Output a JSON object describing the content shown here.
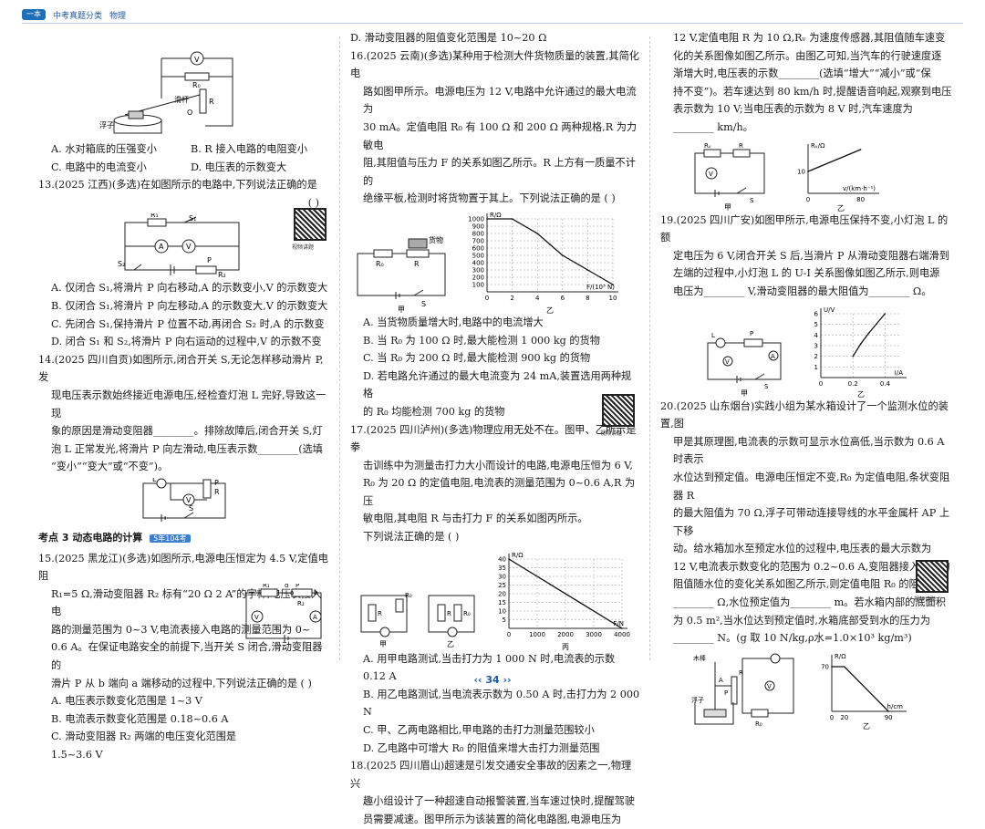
{
  "header": {
    "logo": "一本",
    "series": "中考真题分类",
    "subject": "物理"
  },
  "page_number": "34",
  "col1": {
    "q12_opts": [
      "A. 水对箱底的压强变小",
      "B. R 接入电路的电阻变小",
      "C. 电路中的电流变小",
      "D. 电压表的示数变大"
    ],
    "q12_fig_labels": {
      "float": "浮子",
      "lever": "滑杆",
      "o": "O",
      "r": "R",
      "r0": "R₀",
      "v": "V"
    },
    "q13_stem": "13.(2025 江西)(多选)在如图所示的电路中,下列说法正确的是",
    "q13_bracket": "(    )",
    "q13_qr": "视频讲题",
    "q13_fig_labels": {
      "s1": "S₁",
      "s2": "S₂",
      "r1": "R₁",
      "r2": "R₂",
      "p": "P",
      "a": "A",
      "v": "V"
    },
    "q13_opts": [
      "A. 仅闭合 S₁,将滑片 P 向右移动,A 的示数变小,V 的示数变大",
      "B. 仅闭合 S₁,将滑片 P 向左移动,A 的示数变大,V 的示数变大",
      "C. 先闭合 S₁,保持滑片 P 位置不动,再闭合 S₂ 时,A 的示数变",
      "D. 闭合 S₁ 和 S₂,将滑片 P 向右运动的过程中,V 的示数不变"
    ],
    "q14_lines": [
      "14.(2025 四川自贡)如图所示,闭合开关 S,无论怎样移动滑片 P,发",
      "现电压表示数始终接近电源电压,经检查灯泡 L 完好,导致这一现",
      "象的原因是滑动变阻器________。排除故障后,闭合开关 S,灯",
      "泡 L 正常发光,将滑片 P 向左滑动,电压表示数________(选填",
      "“变小”“变大”或“不变”)。"
    ],
    "q14_fig_labels": {
      "l": "L",
      "p": "P",
      "r": "R",
      "v": "V",
      "s": "S"
    },
    "section_title": "考点 3  动态电路的计算",
    "section_badge": "5年104考",
    "q15_lines": [
      "15.(2025 黑龙江)(多选)如图所示,电源电压恒定为 4.5 V,定值电阻",
      "R₁=5 Ω,滑动变阻器 R₂ 标有“20 Ω  2 A”的字样,电压表接入电",
      "路的测量范围为 0~3 V,电流表接入电路的测量范围为 0~",
      "0.6 A。在保证电路安全的前提下,当开关 S 闭合,滑动变阻器的",
      "滑片 P 从 b 端向 a 端移动的过程中,下列说法正确的是  (    )"
    ],
    "q15_opts": [
      "A. 电压表示数变化范围是 1~3 V",
      "B. 电流表示数变化范围是 0.18~0.6 A",
      "C. 滑动变阻器 R₂ 两端的电压变化范围是",
      "   1.5~3.6 V"
    ],
    "q15_fig_labels": {
      "r1": "R₁",
      "r2": "R₂",
      "p": "P",
      "a": "a",
      "b": "b",
      "v": "V",
      "am": "A",
      "d": "d"
    }
  },
  "col2": {
    "q15d": "D. 滑动变阻器的阻值变化范围是 10~20 Ω",
    "q16_lines": [
      "16.(2025 云南)(多选)某种用于检测大件货物质量的装置,其简化电",
      "路如图甲所示。电源电压为 12 V,电路中允许通过的最大电流为",
      "30 mA。定值电阻 R₀ 有 100 Ω 和 200 Ω 两种规格,R 为力敏电",
      "阻,其阻值与压力 F 的关系如图乙所示。R 上方有一质量不计的",
      "绝缘平板,检测时将货物置于其上。下列说法正确的是  (    )"
    ],
    "q16_fig_labels": {
      "goods": "货物",
      "r0": "R₀",
      "r": "R",
      "s": "S",
      "jia": "甲",
      "yi": "乙"
    },
    "q16_opts": [
      "A. 当货物质量增大时,电路中的电流增大",
      "B. 当 R₀ 为 100 Ω 时,最大能检测 1 000 kg 的货物",
      "C. 当 R₀ 为 200 Ω 时,最大能检测 900 kg 的货物",
      "D. 若电路允许通过的最大电流变为 24 mA,装置选用两种规格",
      "   的 R₀ 均能检测 700 kg 的货物"
    ],
    "q17_lines": [
      "17.(2025 四川泸州)(多选)物理应用无处不在。图甲、乙所示是拳",
      "击训练中为测量击打力大小而设计的电路,电源电压恒为 6 V,",
      "R₀ 为 20 Ω 的定值电阻,电流表的测量范围为 0~0.6 A,R 为压",
      "敏电阻,其电阻 R 与击打力 F 的关系如图丙所示。",
      "下列说法正确的是  (    )"
    ],
    "q17_qr": "视频讲题",
    "q17_fig_labels": {
      "jia": "甲",
      "yi": "乙",
      "bing": "丙",
      "r": "R",
      "r0": "R₀"
    },
    "q17_opts": [
      "A. 用甲电路测试,当击打力为 1 000 N 时,电流表的示数 0.12 A",
      "B. 用乙电路测试,当电流表示数为 0.50 A 时,击打力为 2 000 N",
      "C. 甲、乙两电路相比,甲电路的击打力测量范围较小",
      "D. 乙电路中可增大 R₀ 的阻值来增大击打力测量范围"
    ],
    "q18_lines": [
      "18.(2025 四川眉山)超速是引发交通安全事故的因素之一,物理兴",
      "趣小组设计了一种超速自动报警装置,当车速过快时,提醒驾驶",
      "员需要减速。图甲所示为该装置的简化电路图,电源电压为"
    ]
  },
  "col3": {
    "q18_cont": [
      "12 V,定值电阻 R 为 10 Ω,Rᵥ 为速度传感器,其阻值随车速变",
      "化的关系图像如图乙所示。由图乙可知,当汽车的行驶速度逐",
      "渐增大时,电压表的示数________(选填“增大”“减小”或“保",
      "持不变”)。若车速达到 80 km/h 时,提醒语音响起,观察到电压",
      "表示数为 10 V;当电压表的示数为 8 V 时,汽车速度为",
      "________ km/h。"
    ],
    "q18_fig_labels": {
      "rv": "Rᵥ",
      "r": "R",
      "v": "V",
      "s": "S",
      "jia": "甲",
      "yi": "乙"
    },
    "q19_lines": [
      "19.(2025 四川广安)如图甲所示,电源电压保持不变,小灯泡 L 的额",
      "定电压为 6 V,闭合开关 S 后,当滑片 P 从滑动变阻器右端滑到",
      "左端的过程中,小灯泡 L 的 U-I 关系图像如图乙所示,则电源",
      "电压为________ V,滑动变阻器的最大阻值为________ Ω。"
    ],
    "q19_fig_labels": {
      "l": "L",
      "p": "P",
      "v": "V",
      "a": "A",
      "s": "S",
      "jia": "甲",
      "yi": "乙"
    },
    "q20_lines": [
      "20.(2025 山东烟台)实践小组为某水箱设计了一个监测水位的装置,图",
      "甲是其原理图,电流表的示数可显示水位高低,当示数为 0.6 A 时表示",
      "水位达到预定值。电源电压恒定不变,R₀ 为定值电阻,条状变阻器 R",
      "的最大阻值为 70 Ω,浮子可带动连接导线的水平金属杆 AP 上下移",
      "动。给水箱加水至预定水位的过程中,电压表的最大示数为",
      "12 V,电流表示数变化的范围为 0.2~0.6 A,变阻器接入电路的",
      "阻值随水位的变化关系如图乙所示,则定值电阻 R₀ 的阻值为",
      "________ Ω,水位预定值为________ m。若水箱内部的底面积",
      "为 0.5 m²,当水位达到预定值时,水箱底部受到水的压力为",
      "________ N。(g 取 10 N/kg,ρ水=1.0×10³ kg/m³)"
    ],
    "q20_qr": "视频讲题",
    "q20_fig_labels": {
      "wood": "木棒",
      "float": "浮子",
      "a": "A",
      "p": "P",
      "r": "R",
      "r0": "R₀",
      "v": "V",
      "jia": "甲",
      "yi": "乙"
    }
  },
  "chart_data": [
    {
      "type": "line",
      "label": "16 乙",
      "ylabel": "R/Ω",
      "xlabel": "F/(10³ N)",
      "x_ticks": [
        0,
        2,
        4,
        6,
        8,
        10
      ],
      "y_ticks": [
        100,
        200,
        300,
        400,
        500,
        600,
        700,
        800,
        900,
        1000
      ],
      "xlim": [
        0,
        10
      ],
      "ylim": [
        0,
        1000
      ],
      "grid": true,
      "series": [
        {
          "x": [
            0,
            2,
            4,
            5,
            6,
            7,
            8,
            9,
            10
          ],
          "y": [
            1000,
            1000,
            800,
            650,
            500,
            400,
            300,
            200,
            100
          ]
        }
      ]
    },
    {
      "type": "line",
      "label": "17 丙",
      "ylabel": "R/Ω",
      "xlabel": "F/N",
      "x_ticks": [
        0,
        1000,
        2000,
        3000,
        4000
      ],
      "y_ticks": [
        5,
        10,
        15,
        20,
        25,
        30,
        35,
        40
      ],
      "xlim": [
        0,
        4000
      ],
      "ylim": [
        0,
        40
      ],
      "grid": true,
      "series": [
        {
          "x": [
            0,
            4000
          ],
          "y": [
            40,
            0
          ]
        }
      ]
    },
    {
      "type": "line",
      "label": "18 乙",
      "ylabel": "Rᵥ/Ω",
      "xlabel": "v/(km·h⁻¹)",
      "x_ticks": [
        0,
        80
      ],
      "y_ticks": [
        10
      ],
      "xlim": [
        0,
        100
      ],
      "ylim": [
        0,
        20
      ],
      "grid": false,
      "series": [
        {
          "x": [
            0,
            80
          ],
          "y": [
            10,
            20
          ]
        }
      ]
    },
    {
      "type": "line",
      "label": "19 乙",
      "ylabel": "U/V",
      "xlabel": "I/A",
      "x_ticks": [
        0,
        0.2,
        0.4
      ],
      "y_ticks": [
        1,
        2,
        3,
        4,
        5,
        6
      ],
      "xlim": [
        0,
        0.5
      ],
      "ylim": [
        0,
        6
      ],
      "grid": true,
      "series": [
        {
          "x": [
            0.2,
            0.25,
            0.3,
            0.35,
            0.4
          ],
          "y": [
            2,
            3.2,
            4.2,
            5.1,
            6
          ]
        }
      ]
    },
    {
      "type": "line",
      "label": "20 乙",
      "ylabel": "R/Ω",
      "xlabel": "h/cm",
      "x_ticks": [
        0,
        20,
        90
      ],
      "y_ticks": [
        70
      ],
      "xlim": [
        0,
        110
      ],
      "ylim": [
        0,
        80
      ],
      "grid": false,
      "series": [
        {
          "x": [
            0,
            20,
            90
          ],
          "y": [
            70,
            70,
            0
          ]
        }
      ]
    }
  ]
}
